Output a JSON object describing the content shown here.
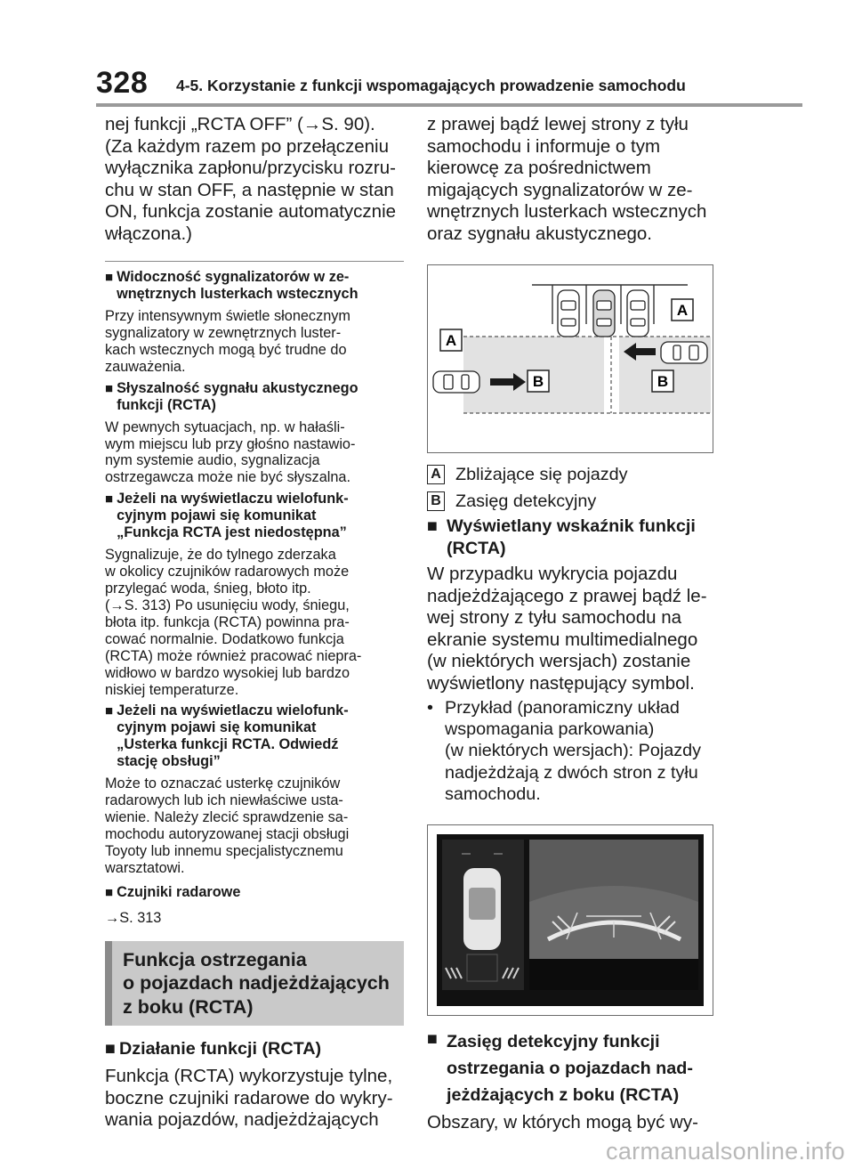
{
  "header": {
    "page_number": "328",
    "running_head": "4-5. Korzystanie z funkcji wspomagających prowadzenie samochodu"
  },
  "left": {
    "intro_lines": [
      "nej funkcji „RCTA OFF” (→S. 90).",
      "(Za każdym razem po przełączeniu",
      "wyłącznika zapłonu/przycisku rozru-",
      "chu w stan OFF, a następnie w stan",
      "ON, funkcja zostanie automatycznie",
      "włączona.)"
    ],
    "sections": [
      {
        "heading_lines": [
          "Widoczność sygnalizatorów w ze-",
          "wnętrznych lusterkach wstecznych"
        ],
        "body_lines": [
          "Przy intensywnym świetle słonecznym",
          "sygnalizatory w zewnętrznych luster-",
          "kach wstecznych mogą być trudne do",
          "zauważenia."
        ]
      },
      {
        "heading_lines": [
          "Słyszalność sygnału akustycznego",
          "funkcji (RCTA)"
        ],
        "body_lines": [
          "W pewnych sytuacjach, np. w hałaśli-",
          "wym miejscu lub przy głośno nastawio-",
          "nym systemie audio, sygnalizacja",
          "ostrzegawcza może nie być słyszalna."
        ]
      },
      {
        "heading_lines": [
          "Jeżeli na wyświetlaczu wielofunk-",
          "cyjnym pojawi się komunikat",
          "„Funkcja RCTA jest niedostępna”"
        ],
        "body_lines": [
          "Sygnalizuje, że do tylnego zderzaka",
          "w okolicy czujników radarowych może",
          "przylegać woda, śnieg, błoto itp.",
          "(→S. 313) Po usunięciu wody, śniegu,",
          "błota itp. funkcja (RCTA) powinna pra-",
          "cować normalnie. Dodatkowo funkcja",
          "(RCTA) może również pracować niepra-",
          "widłowo w bardzo wysokiej lub bardzo",
          "niskiej temperaturze."
        ]
      },
      {
        "heading_lines": [
          "Jeżeli na wyświetlaczu wielofunk-",
          "cyjnym pojawi się komunikat",
          "„Usterka funkcji RCTA. Odwiedź",
          "stację obsługi”"
        ],
        "body_lines": [
          "Może to oznaczać usterkę czujników",
          "radarowych lub ich niewłaściwe usta-",
          "wienie. Należy zlecić sprawdzenie sa-",
          "mochodu autoryzowanej stacji obsługi",
          "Toyoty lub innemu specjalistycznemu",
          "warsztatowi."
        ]
      },
      {
        "heading_lines": [
          "Czujniki radarowe"
        ],
        "body_lines": [
          "→S. 313"
        ]
      }
    ],
    "box_title_lines": [
      "Funkcja ostrzegania",
      "o pojazdach nadjeżdżających",
      "z boku (RCTA)"
    ],
    "operation_heading": "Działanie funkcji (RCTA)",
    "operation_lines": [
      "Funkcja (RCTA) wykorzystuje tylne,",
      "boczne czujniki radarowe do wykry-",
      "wania pojazdów, nadjeżdżających"
    ]
  },
  "right": {
    "intro_lines": [
      "z prawej bądź lewej strony z tyłu",
      "samochodu i informuje o tym",
      "kierowcę za pośrednictwem",
      "migających sygnalizatorów w ze-",
      "wnętrznych lusterkach wstecznych",
      "oraz sygnału akustycznego."
    ],
    "figure1_labels": {
      "a": "A",
      "b": "B"
    },
    "legend": [
      {
        "key": "A",
        "text": "Zbliżające się pojazdy"
      },
      {
        "key": "B",
        "text": "Zasięg detekcyjny"
      }
    ],
    "indicator_heading_lines": [
      "Wyświetlany wskaźnik funkcji",
      "(RCTA)"
    ],
    "indicator_lines": [
      "W przypadku wykrycia pojazdu",
      "nadjeżdżającego z prawej bądź le-",
      "wej strony z tyłu samochodu na",
      "ekranie systemu multimedialnego",
      "(w niektórych wersjach) zostanie",
      "wyświetlony następujący symbol."
    ],
    "bullet_lines": [
      "Przykład (panoramiczny układ",
      "wspomagania parkowania)",
      "(w niektórych wersjach): Pojazdy",
      "nadjeżdżają z dwóch stron z tyłu",
      "samochodu."
    ],
    "range_heading_lines": [
      "Zasięg detekcyjny funkcji",
      "ostrzegania o pojazdach nad-",
      "jeżdżających z boku (RCTA)"
    ],
    "range_lines": [
      "Obszary, w których mogą być wy-"
    ]
  },
  "footer": {
    "watermark": "carmanualsonline.info"
  },
  "colors": {
    "box_bg": "#c9c9c9",
    "zone": "#e2e2e2",
    "arrow": "#1a1a1a",
    "screen": "#111111"
  }
}
